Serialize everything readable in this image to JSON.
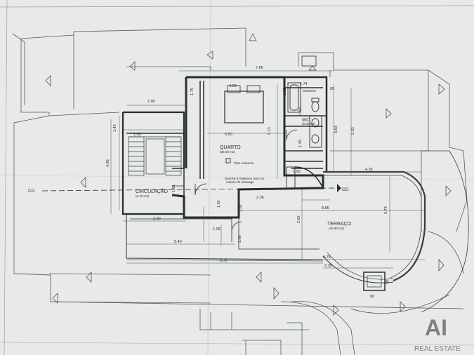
{
  "plan": {
    "section_marker": "CD",
    "rooms": {
      "quarto": {
        "name": "QUARTO",
        "area": "(25.60 m2)"
      },
      "circulacao": {
        "name": "CIRCULAÇÃO",
        "area": "(8.10 m2)"
      },
      "terraco": {
        "name": "TERRAÇO",
        "area": "(45.80 m2)"
      },
      "wc": {
        "name": "WC",
        "area": "(5.60 m2)"
      },
      "banheira": "Banheira"
    },
    "notes": {
      "pillar": "Pilar existente",
      "shower": "Douche à l'italienne avec air",
      "shower2": "moteur de massage"
    },
    "dimensions": {
      "d765": "7.65",
      "d290": "2.90",
      "d450": "4.50",
      "d650": "6.50",
      "d513": "5.13",
      "d174": "1.74",
      "d563": "5.63",
      "d363": "3.63",
      "d435": "4.35",
      "d885": "8.85",
      "d573": "5.73",
      "d220": "2.20",
      "d540": "5.40",
      "d972": "9.72",
      "d935": "9.35",
      "d478": "4.78",
      "d236": "2.36",
      "d262": "2.62",
      "d109": "1.09",
      "d145": "1.45",
      "d485": "4.85",
      "d175": "1.75",
      "d125": "1.25",
      "d65": "65",
      "d90": "90",
      "d50": "50",
      "d150": "1.50",
      "d143": "1.43",
      "d192": "1.92",
      "d162": "1.62",
      "d190": "1.90",
      "d100": "1.00",
      "d186": "1.86",
      "d185": "1.85"
    },
    "watermark": {
      "brand": "AI",
      "sub": "REAL ESTATE"
    }
  }
}
